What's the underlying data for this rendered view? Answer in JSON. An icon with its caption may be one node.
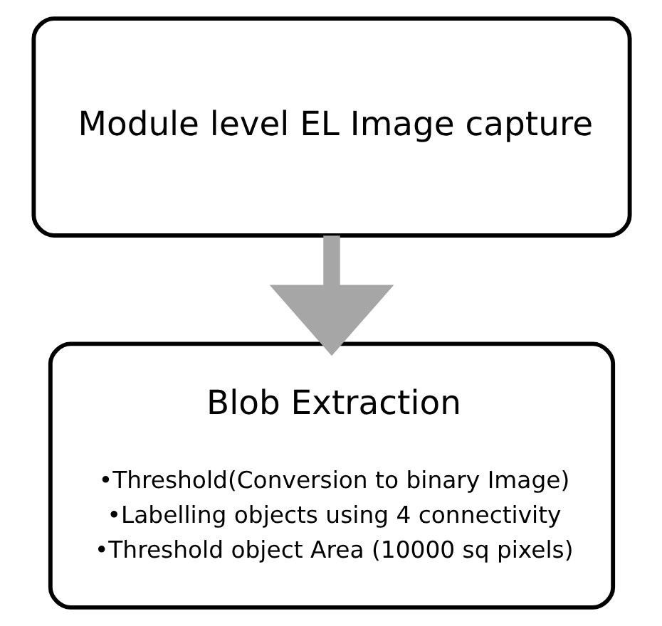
{
  "diagram": {
    "nodes": [
      {
        "text": [
          "Module level EL Image capture"
        ]
      },
      {
        "text": [
          "Blob Extraction",
          "•Threshold(Conversion to binary Image)",
          "•Labelling objects using 4 connectivity",
          "•Threshold object Area (10000 sq pixels)"
        ]
      }
    ],
    "edges": [
      {
        "from": 0,
        "to": 1,
        "arrow": "to",
        "color": "#a6a6a6"
      }
    ]
  }
}
